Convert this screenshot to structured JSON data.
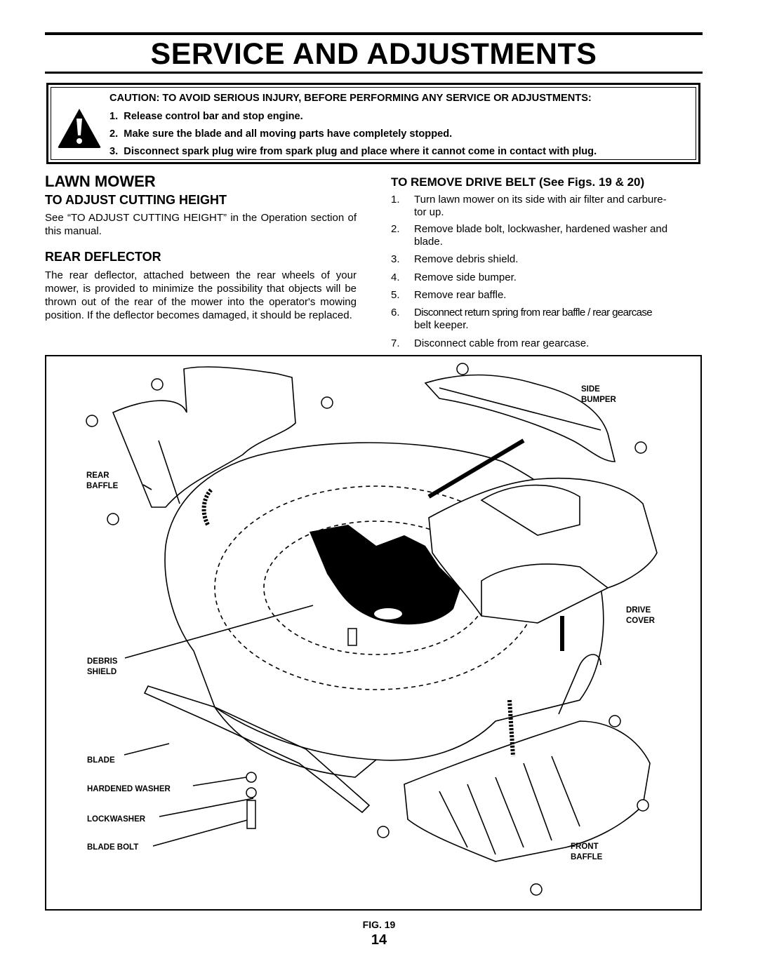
{
  "header": {
    "title": "SERVICE AND ADJUSTMENTS"
  },
  "caution": {
    "heading": "CAUTION: TO AVOID SERIOUS INJURY, BEFORE PERFORMING ANY SERVICE OR ADJUSTMENTS:",
    "icon": "warning-triangle-icon",
    "items": [
      {
        "num": "1.",
        "text": "Release control bar and stop engine."
      },
      {
        "num": "2.",
        "text": "Make sure the blade and all moving parts have completely stopped."
      },
      {
        "num": "3.",
        "text": "Disconnect spark plug wire from spark plug and place where it cannot come in contact with plug."
      }
    ]
  },
  "left": {
    "section_title": "LAWN MOWER",
    "cutting": {
      "heading": "TO ADJUST CUTTING HEIGHT",
      "body": "See “TO ADJUST CUTTING HEIGHT” in the Operation section of this manual."
    },
    "deflector": {
      "heading": "REAR DEFLECTOR",
      "body": "The rear deflector, attached between the rear wheels of your mower, is provided to minimize the possibility that objects will be thrown out of the rear of the mower into the operator's mowing position.  If the deflector becomes damaged, it should be replaced."
    }
  },
  "right": {
    "heading": "TO REMOVE DRIVE BELT (See Figs. 19 & 20)",
    "steps": [
      {
        "num": "1.",
        "line1": "Turn lawn mower on its side with air filter and carbure-",
        "line2": "tor up."
      },
      {
        "num": "2.",
        "line1": "Remove blade bolt, lockwasher, hardened washer and",
        "line2": "blade."
      },
      {
        "num": "3.",
        "line1": "Remove debris shield.",
        "line2": ""
      },
      {
        "num": "4.",
        "line1": "Remove side bumper.",
        "line2": ""
      },
      {
        "num": "5.",
        "line1": "Remove rear baffle.",
        "line2": ""
      },
      {
        "num": "6.",
        "line1": "Disconnect return spring from rear baffle / rear gearcase",
        "line2": "belt keeper."
      },
      {
        "num": "7.",
        "line1": "Disconnect cable from rear gearcase.",
        "line2": ""
      }
    ]
  },
  "figure": {
    "labels": {
      "side_bumper": [
        "SIDE",
        "BUMPER"
      ],
      "rear_baffle": [
        "REAR",
        "BAFFLE"
      ],
      "drive_cover": [
        "DRIVE",
        "COVER"
      ],
      "debris_shield": [
        "DEBRIS",
        "SHIELD"
      ],
      "blade": "BLADE",
      "hardened_washer": "HARDENED WASHER",
      "lockwasher": "LOCKWASHER",
      "blade_bolt": "BLADE BOLT",
      "front_baffle": [
        "FRONT",
        "BAFFLE"
      ]
    },
    "caption": "FIG. 19"
  },
  "footer": {
    "page_number": "14"
  }
}
